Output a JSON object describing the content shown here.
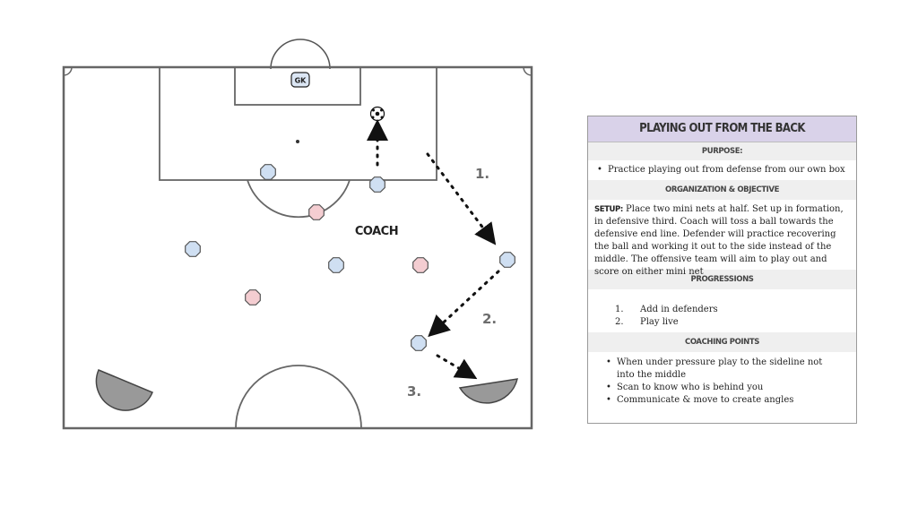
{
  "diagram": {
    "coach_label": "COACH",
    "gk_label": "GK",
    "steps": [
      "1.",
      "2.",
      "3."
    ],
    "colors": {
      "blue_player": "#cfdff2",
      "red_player": "#f4cdd1",
      "goal_fill": "#999999",
      "line": "#555555"
    },
    "icons": [
      "soccer-ball-icon"
    ]
  },
  "card": {
    "title": "PLAYING OUT FROM THE BACK",
    "purpose_heading": "PURPOSE:",
    "purpose_items": [
      "Practice playing out from defense from our own box"
    ],
    "org_heading": "ORGANIZATION & OBJECTIVE",
    "setup_label": "SETUP:",
    "setup_text": " Place two mini nets at half. Set up in formation, in defensive third. Coach will toss a ball towards the defensive end line. Defender will practice recovering the ball and working it out to the side instead of the middle. The offensive team will aim to play out and score on either mini net",
    "progressions_heading": "PROGRESSIONS",
    "progressions": [
      {
        "num": "1.",
        "text": "Add in defenders"
      },
      {
        "num": "2.",
        "text": "Play live"
      }
    ],
    "coaching_heading": "COACHING POINTS",
    "coaching_points": [
      "When under pressure play to the sideline not into the middle",
      "Scan to know who is behind you",
      "Communicate & move to create angles"
    ],
    "title_bg": "#d9d2e9"
  }
}
